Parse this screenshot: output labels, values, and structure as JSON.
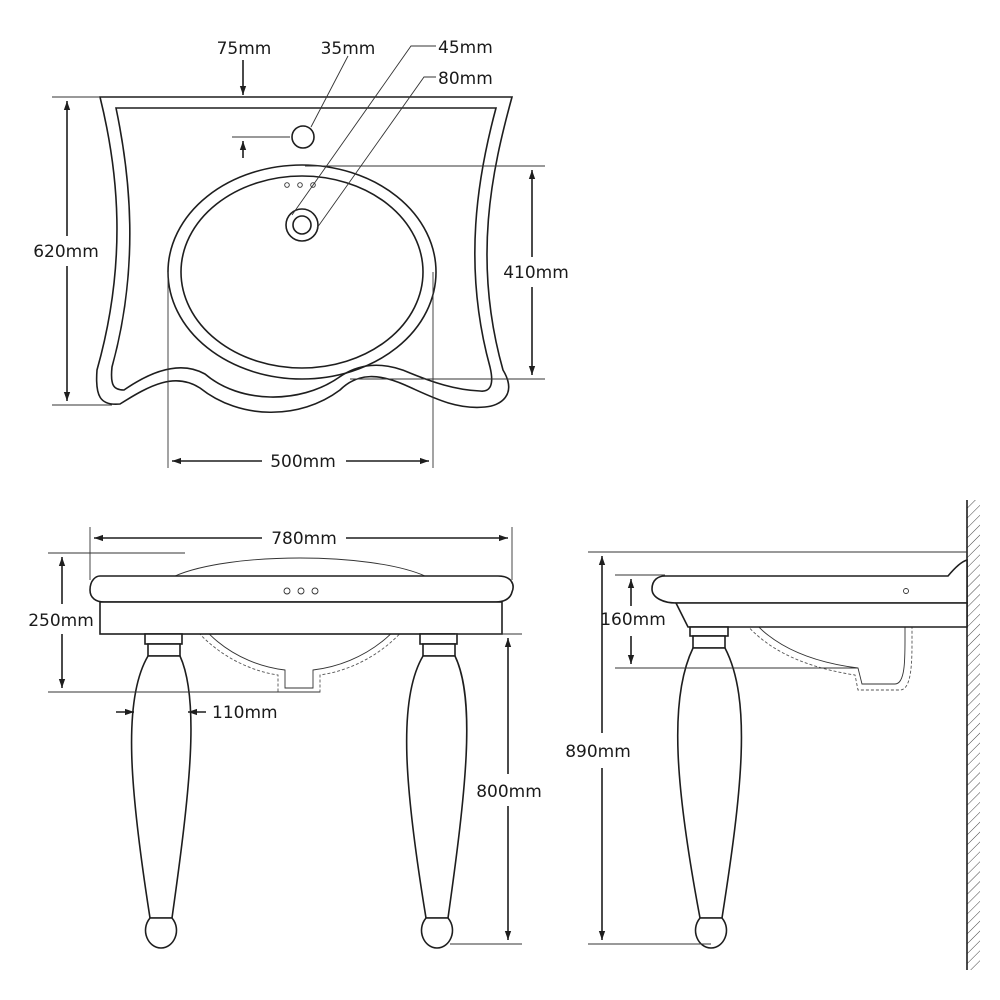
{
  "top_view": {
    "dim_tap_offset": "75mm",
    "dim_tap_hole": "35mm",
    "dim_waste_hole": "45mm",
    "dim_waste_outer": "80mm",
    "dim_total_depth": "620mm",
    "dim_bowl_depth": "410mm",
    "dim_bowl_width": "500mm"
  },
  "front_view": {
    "dim_total_width": "780mm",
    "dim_basin_height": "250mm",
    "dim_leg_width": "110mm",
    "dim_leg_height": "800mm"
  },
  "side_view": {
    "dim_bowl_height": "160mm",
    "dim_overall_height": "890mm"
  }
}
